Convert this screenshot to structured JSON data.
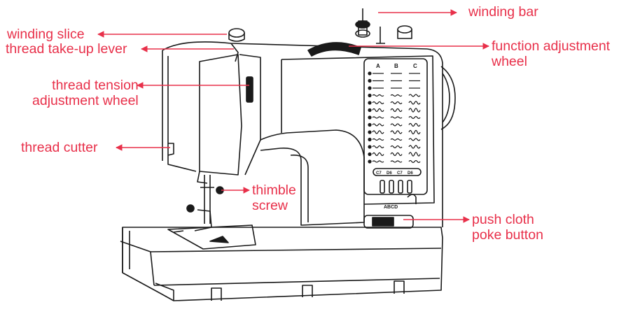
{
  "colors": {
    "label": "#e8304a",
    "line": "#1a1a1a"
  },
  "labels": {
    "winding_bar": {
      "lines": [
        "winding bar"
      ]
    },
    "winding_slice": {
      "lines": [
        "winding slice"
      ]
    },
    "thread_take_up_lever": {
      "lines": [
        "thread take-up lever"
      ]
    },
    "function_adjustment_wheel": {
      "lines": [
        "function adjustment",
        "wheel"
      ]
    },
    "thread_tension_adjustment_wheel": {
      "lines": [
        "thread tension",
        "adjustment wheel"
      ]
    },
    "thread_cutter": {
      "lines": [
        "thread cutter"
      ]
    },
    "thimble_screw": {
      "lines": [
        "thimble",
        "screw"
      ]
    },
    "push_cloth_poke_button": {
      "lines": [
        "push cloth",
        "poke button"
      ]
    }
  },
  "stitch_panel": {
    "columns": [
      "A",
      "B",
      "C"
    ],
    "bottom_codes": [
      "C7",
      "D6",
      "C7",
      "D6"
    ],
    "foot_label": "ABCD"
  }
}
